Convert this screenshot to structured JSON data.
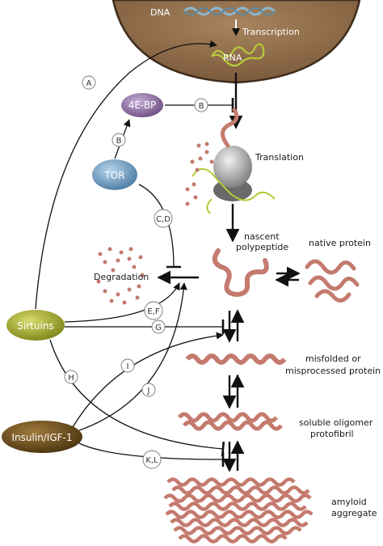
{
  "nucleus": {
    "dna": "DNA",
    "transcription": "Transcription",
    "rna": "RNA"
  },
  "nodes": {
    "fourebp": "4E-BP",
    "tor": "TOR",
    "sirtuins": "Sirtuins",
    "insulin": "Insulin/IGF-1"
  },
  "processes": {
    "translation": "Translation",
    "degradation": "Degradation"
  },
  "states": {
    "nascent_l1": "nascent",
    "nascent_l2": "polypeptide",
    "native": "native protein",
    "misfolded_l1": "misfolded or",
    "misfolded_l2": "misprocessed protein",
    "oligomer_l1": "soluble oligomer",
    "oligomer_l2": "protofibril",
    "amyloid_l1": "amyloid",
    "amyloid_l2": "aggregate"
  },
  "edge_labels": {
    "a": "A",
    "b1": "B",
    "b2": "B",
    "cd": "C,D",
    "ef": "E,F",
    "g": "G",
    "h": "H",
    "i": "I",
    "j": "J",
    "kl": "K,L"
  },
  "colors": {
    "nucleus": "#8b6a4a",
    "dna": "#7ea3b8",
    "rna": "#9bb33a",
    "protein": "#c47a6e",
    "fourebp": "#8a6a9c",
    "tor": "#6a94b8",
    "sirtuins": "#a8ae2e",
    "insulin": "#6e4e1a"
  }
}
